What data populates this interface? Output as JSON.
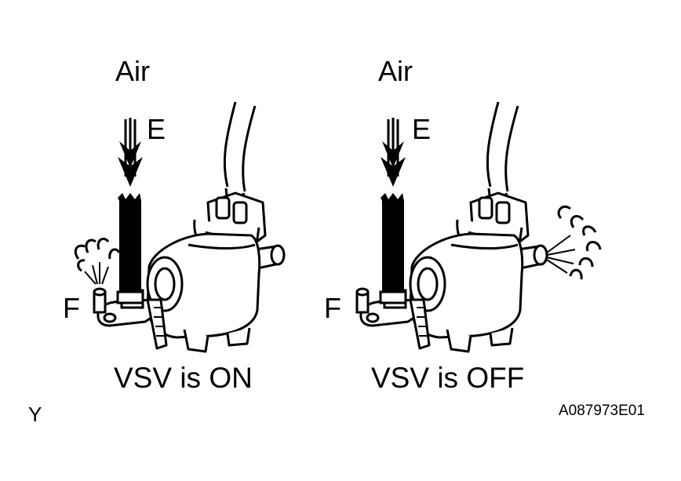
{
  "panels": [
    {
      "air_label": "Air",
      "port_e_label": "E",
      "port_f_label": "F",
      "caption": "VSV is ON",
      "air_exits": "F"
    },
    {
      "air_label": "Air",
      "port_e_label": "E",
      "port_f_label": "F",
      "caption": "VSV is OFF",
      "air_exits": "side-port"
    }
  ],
  "corner_mark": "Y",
  "figure_code": "A087973E01",
  "colors": {
    "ink": "#000000",
    "paper": "#ffffff"
  }
}
